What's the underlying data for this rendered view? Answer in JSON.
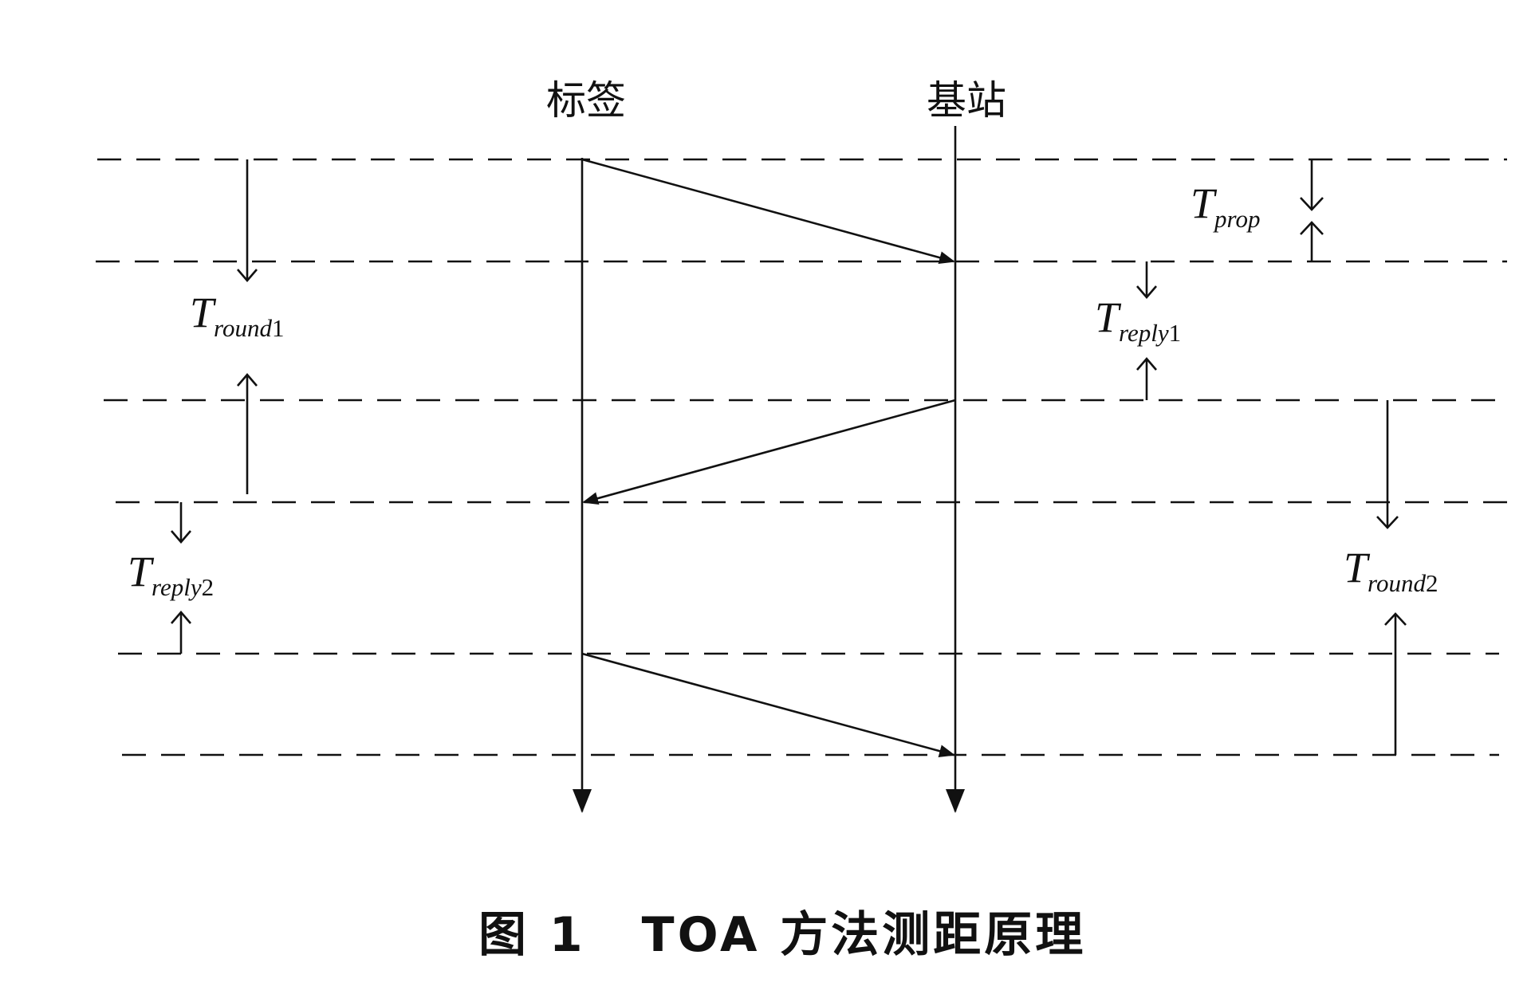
{
  "participants": {
    "tag": "标签",
    "base_station": "基站"
  },
  "intervals": {
    "prop": {
      "main": "T",
      "sub": "prop",
      "num": ""
    },
    "round1": {
      "main": "T",
      "sub": "round",
      "num": "1"
    },
    "reply1": {
      "main": "T",
      "sub": "reply",
      "num": "1"
    },
    "reply2": {
      "main": "T",
      "sub": "reply",
      "num": "2"
    },
    "round2": {
      "main": "T",
      "sub": "round",
      "num": "2"
    }
  },
  "caption": {
    "figure": "图 1",
    "text": "TOA 方法测距原理"
  }
}
